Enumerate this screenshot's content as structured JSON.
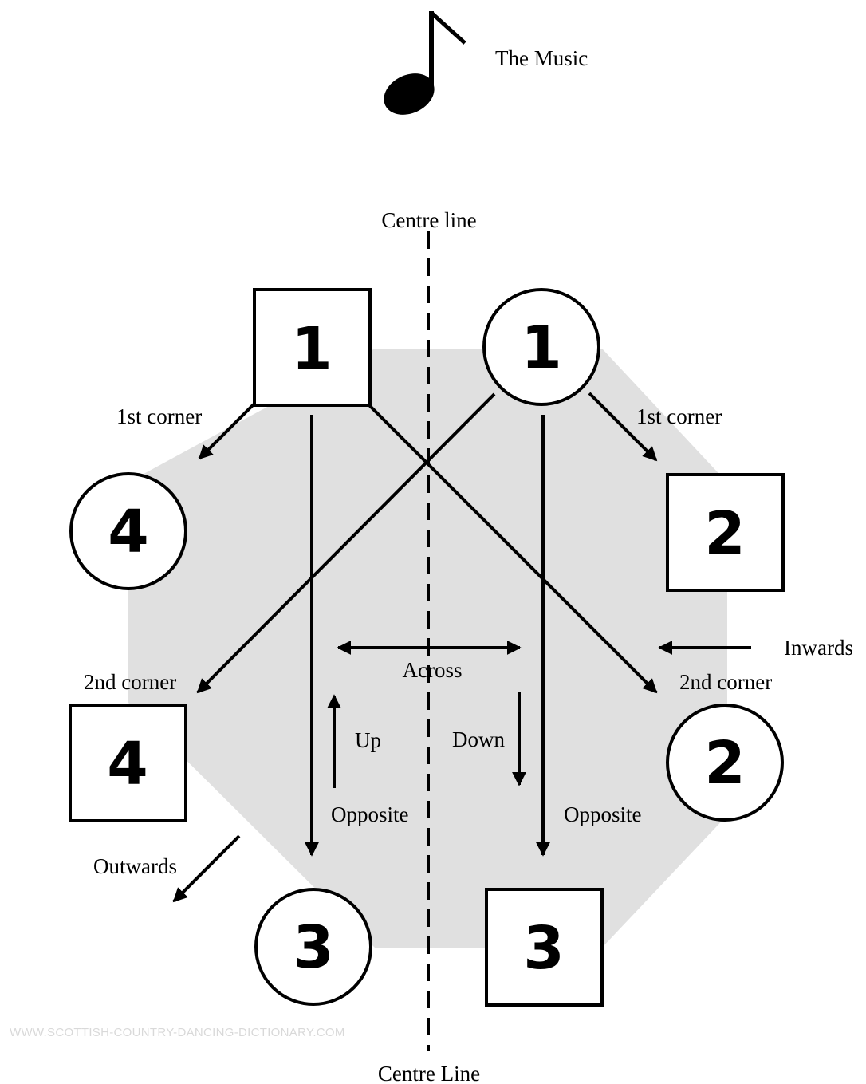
{
  "music": {
    "label": "The Music",
    "icon": "eighth-note-icon"
  },
  "centre_line": {
    "top_label": "Centre line",
    "bottom_label": "Centre Line"
  },
  "dancers": {
    "man_1": "1",
    "woman_1": "1",
    "woman_4": "4",
    "man_2": "2",
    "man_4": "4",
    "woman_2": "2",
    "woman_3": "3",
    "man_3": "3"
  },
  "labels": {
    "first_corner_left": "1st corner",
    "first_corner_right": "1st corner",
    "second_corner_left": "2nd corner",
    "second_corner_right": "2nd corner",
    "inwards": "Inwards",
    "outwards": "Outwards",
    "across": "Across",
    "up": "Up",
    "down": "Down",
    "opposite_left": "Opposite",
    "opposite_right": "Opposite"
  },
  "watermark": "WWW.SCOTTISH-COUNTRY-DANCING-DICTIONARY.COM",
  "colors": {
    "floor": "#e0e0e0",
    "ink": "#000000",
    "watermark": "#d9d9d9"
  }
}
